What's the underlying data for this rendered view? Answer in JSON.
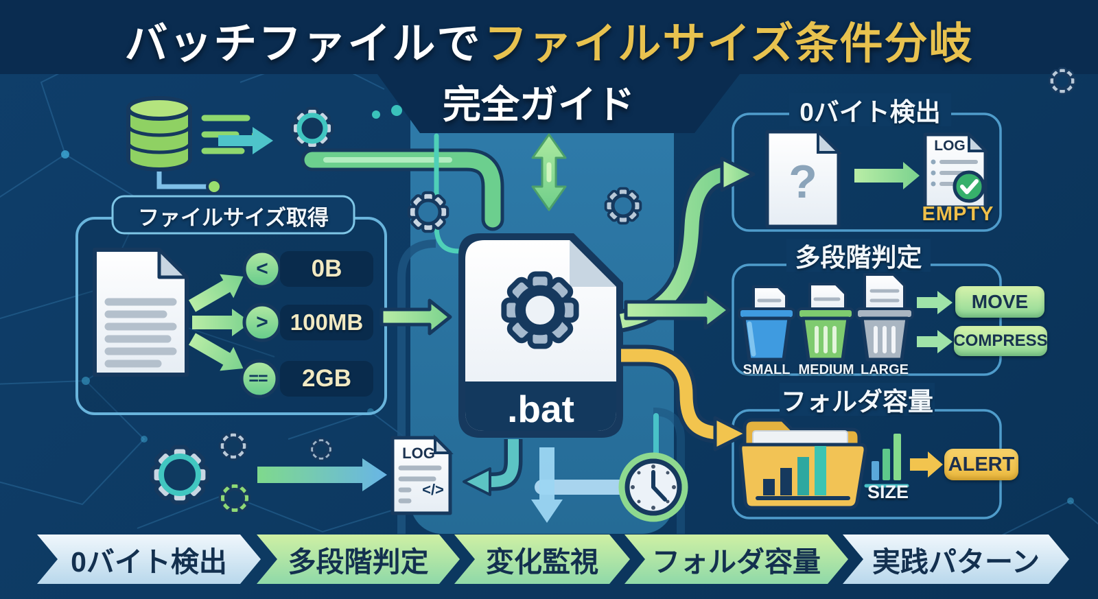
{
  "title": {
    "line1_white": "バッチファイルで",
    "line1_accent": "ファイルサイズ条件分岐",
    "line2": "完全ガイド"
  },
  "left_panel": {
    "header": "ファイルサイズ取得",
    "rows": [
      {
        "op": "<",
        "value": "0B"
      },
      {
        "op": ">",
        "value": "100MB"
      },
      {
        "op": "==",
        "value": "2GB"
      }
    ]
  },
  "bat_file": {
    "extension": ".bat"
  },
  "panel_zero_byte": {
    "title": "0バイト検出",
    "file_mark": "?",
    "log_label": "LOG",
    "result": "EMPTY"
  },
  "panel_multi_level": {
    "title": "多段階判定",
    "bins": [
      "SMALL",
      "MEDIUM",
      "LARGE"
    ],
    "actions": [
      "MOVE",
      "COMPRESS"
    ]
  },
  "panel_folder": {
    "title": "フォルダ容量",
    "size_label": "SIZE",
    "action": "ALERT"
  },
  "log_output": {
    "label": "LOG",
    "code_mark": "</>"
  },
  "banner": {
    "steps": [
      "0バイト検出",
      "多段階判定",
      "変化監視",
      "フォルダ容量",
      "実践パターン"
    ]
  },
  "colors": {
    "accent_gold": "#E8C24F",
    "arrow_green": "#8FD98F",
    "arrow_yellow": "#F2C44E",
    "background_navy": "#0D3A63"
  }
}
